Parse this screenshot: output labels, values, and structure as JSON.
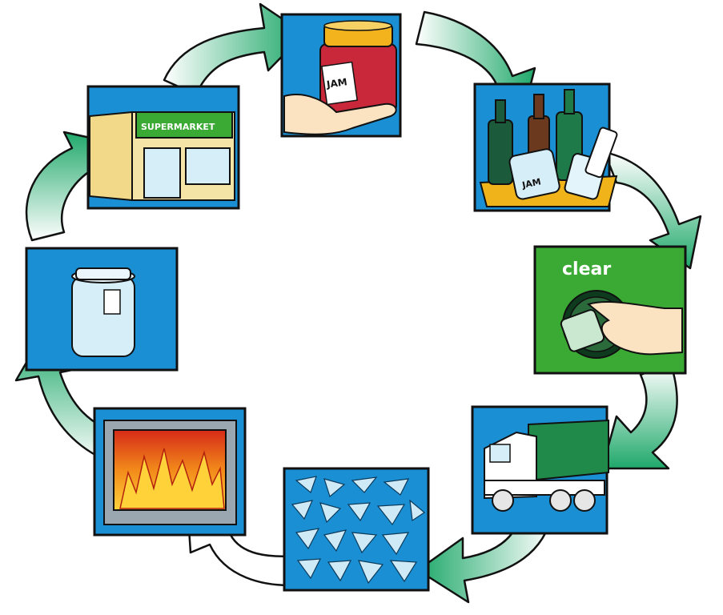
{
  "cycle": {
    "steps": [
      {
        "id": "jam-jar",
        "icon": "hand-holding-jam-jar-icon",
        "label": "JAM"
      },
      {
        "id": "used-bottles",
        "icon": "used-bottles-basket-icon",
        "label": "JAM"
      },
      {
        "id": "bottle-bank",
        "icon": "clear-bottle-bank-icon",
        "label": "clear"
      },
      {
        "id": "collection",
        "icon": "recycling-truck-icon"
      },
      {
        "id": "crushing",
        "icon": "crushed-glass-icon"
      },
      {
        "id": "melting",
        "icon": "furnace-icon"
      },
      {
        "id": "new-jar",
        "icon": "new-glass-jar-icon"
      },
      {
        "id": "shop",
        "icon": "supermarket-icon",
        "label": "SUPERMARKET"
      }
    ]
  },
  "colors": {
    "panel_blue": "#1a8fd4",
    "panel_green": "#3aaa35",
    "arrow_green": "#1fa86a",
    "arrow_light": "#e9f7ef",
    "outline": "#111111"
  }
}
